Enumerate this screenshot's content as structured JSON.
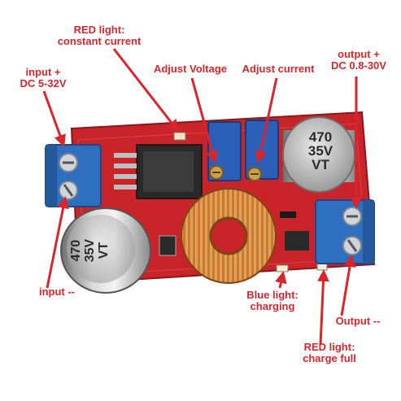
{
  "annotations": {
    "red_light_cc": [
      "RED light:",
      "constant current"
    ],
    "adjust_voltage": "Adjust Voltage",
    "adjust_current": "Adjust current",
    "output_plus": [
      "output +",
      "DC 0.8-30V"
    ],
    "input_plus": [
      "input +",
      "DC 5-32V"
    ],
    "input_minus": "input --",
    "blue_light": [
      "Blue light:",
      "charging"
    ],
    "output_minus": "Output --",
    "red_light_full": [
      "RED light:",
      "charge full"
    ]
  },
  "capacitor_left": [
    "470",
    "35V",
    "VT"
  ],
  "capacitor_right": [
    "470",
    "35V",
    "VT"
  ],
  "colors": {
    "annotation": "#d8262c",
    "pcb": "#c8242a",
    "terminal": "#2f6fc0",
    "trimmer": "#2c5fb8",
    "inductor_copper": "#c87a30"
  }
}
